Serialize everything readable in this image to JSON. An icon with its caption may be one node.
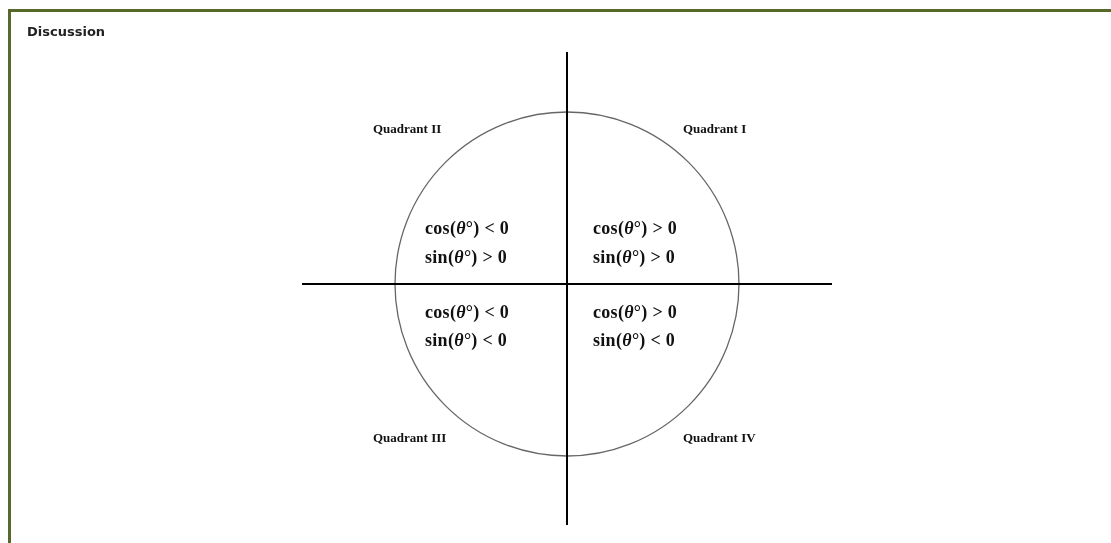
{
  "diagram": {
    "title": "Discussion",
    "labels": [
      "Quadrant II",
      "Quadrant I",
      "cos(*θ*°) < 0",
      "cos(*θ*°) > 0",
      "sin(*θ*°) > 0",
      "sin(*θ*°) > 0",
      "cos(*θ*°) < 0",
      "cos(*θ*°) > 0",
      "sin(*θ*°) < 0",
      "sin(*θ*°) < 0",
      "Quadrant III",
      "Quadrant IV"
    ]
  }
}
